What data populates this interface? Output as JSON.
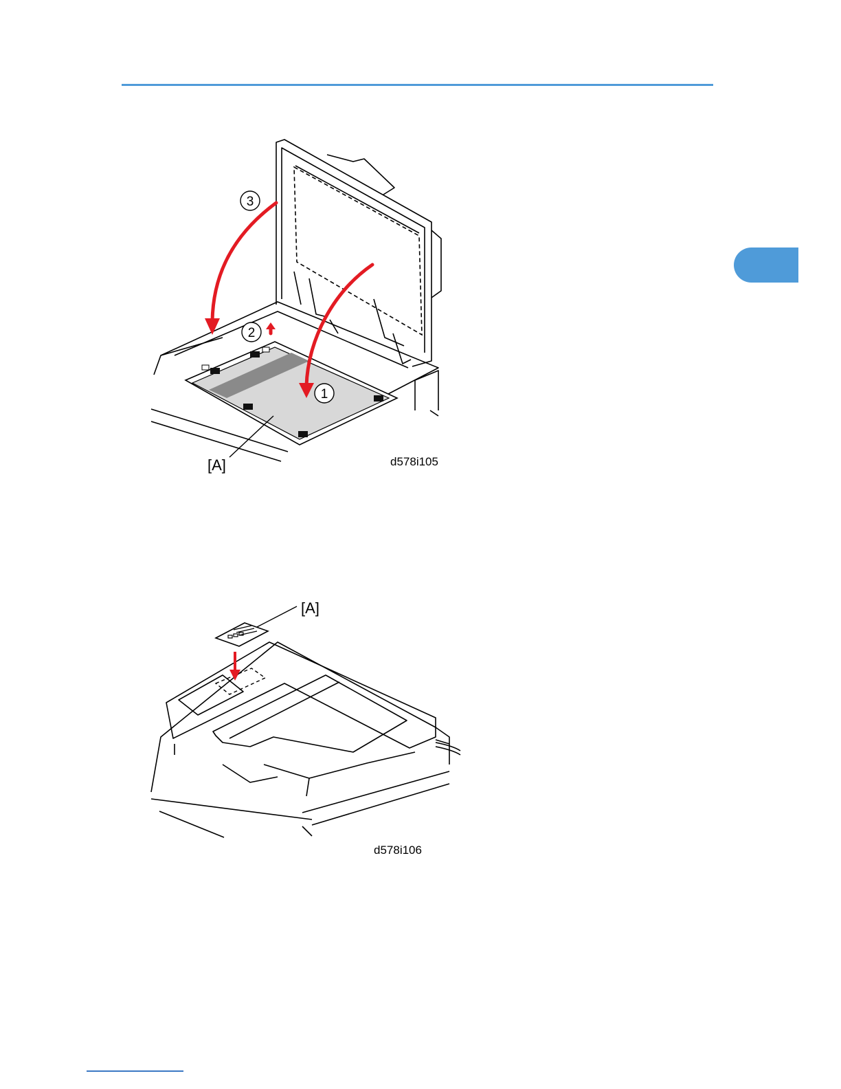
{
  "figures": [
    {
      "id": "d578i105",
      "callouts": {
        "a": "[A]",
        "step1": "1",
        "step2": "2",
        "step3": "3"
      },
      "code": "d578i105"
    },
    {
      "id": "d578i106",
      "callouts": {
        "a": "[A]"
      },
      "code": "d578i106"
    }
  ],
  "colors": {
    "accent": "#4f9bd9",
    "arrow": "#e31b23",
    "footer_rule": "#3b78c4"
  }
}
